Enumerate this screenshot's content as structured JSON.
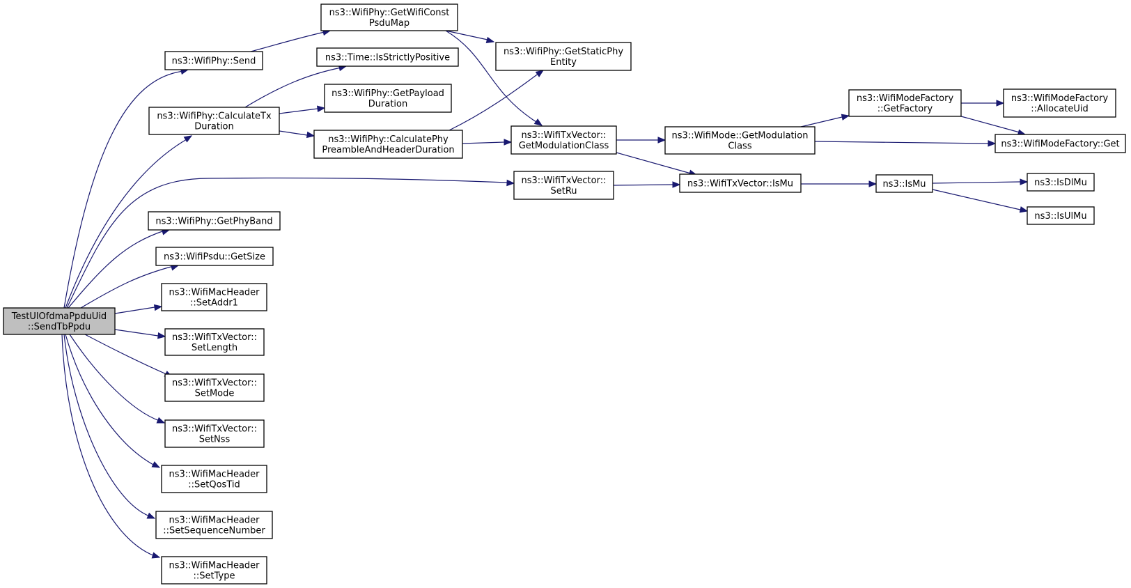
{
  "colors": {
    "edge": "#191970",
    "root_fill": "#bfbfbf",
    "node_fill": "#ffffff",
    "border": "#000000"
  },
  "nodes": {
    "root": [
      "TestUlOfdmaPpduUid",
      "::SendTbPpdu"
    ],
    "send": [
      "ns3::WifiPhy::Send"
    ],
    "getConstPsduMap": [
      "ns3::WifiPhy::GetWifiConst",
      "PsduMap"
    ],
    "isStrictlyPositive": [
      "ns3::Time::IsStrictlyPositive"
    ],
    "getStaticPhyEntity": [
      "ns3::WifiPhy::GetStaticPhy",
      "Entity"
    ],
    "calcTxDuration": [
      "ns3::WifiPhy::CalculateTx",
      "Duration"
    ],
    "getPayloadDuration": [
      "ns3::WifiPhy::GetPayload",
      "Duration"
    ],
    "calcPreamble": [
      "ns3::WifiPhy::CalculatePhy",
      "PreambleAndHeaderDuration"
    ],
    "txvGetModClass": [
      "ns3::WifiTxVector::",
      "GetModulationClass"
    ],
    "modeGetModClass": [
      "ns3::WifiMode::GetModulation",
      "Class"
    ],
    "factoryGetFactory": [
      "ns3::WifiModeFactory",
      "::GetFactory"
    ],
    "allocateUid": [
      "ns3::WifiModeFactory",
      "::AllocateUid"
    ],
    "factoryGet": [
      "ns3::WifiModeFactory::Get"
    ],
    "setRu": [
      "ns3::WifiTxVector::",
      "SetRu"
    ],
    "txvIsMu": [
      "ns3::WifiTxVector::IsMu"
    ],
    "isMu": [
      "ns3::IsMu"
    ],
    "isDlMu": [
      "ns3::IsDlMu"
    ],
    "isUlMu": [
      "ns3::IsUlMu"
    ],
    "getPhyBand": [
      "ns3::WifiPhy::GetPhyBand"
    ],
    "psduGetSize": [
      "ns3::WifiPsdu::GetSize"
    ],
    "setAddr1": [
      "ns3::WifiMacHeader",
      "::SetAddr1"
    ],
    "setLength": [
      "ns3::WifiTxVector::",
      "SetLength"
    ],
    "setMode": [
      "ns3::WifiTxVector::",
      "SetMode"
    ],
    "setNss": [
      "ns3::WifiTxVector::",
      "SetNss"
    ],
    "setQosTid": [
      "ns3::WifiMacHeader",
      "::SetQosTid"
    ],
    "setSeqNum": [
      "ns3::WifiMacHeader",
      "::SetSequenceNumber"
    ],
    "setType": [
      "ns3::WifiMacHeader",
      "::SetType"
    ]
  },
  "edges": [
    [
      "root",
      "send"
    ],
    [
      "root",
      "calcTxDuration"
    ],
    [
      "root",
      "setRu"
    ],
    [
      "root",
      "getPhyBand"
    ],
    [
      "root",
      "psduGetSize"
    ],
    [
      "root",
      "setAddr1"
    ],
    [
      "root",
      "setLength"
    ],
    [
      "root",
      "setMode"
    ],
    [
      "root",
      "setNss"
    ],
    [
      "root",
      "setQosTid"
    ],
    [
      "root",
      "setSeqNum"
    ],
    [
      "root",
      "setType"
    ],
    [
      "send",
      "getConstPsduMap"
    ],
    [
      "getConstPsduMap",
      "getStaticPhyEntity"
    ],
    [
      "getConstPsduMap",
      "txvGetModClass"
    ],
    [
      "calcTxDuration",
      "isStrictlyPositive"
    ],
    [
      "calcTxDuration",
      "getPayloadDuration"
    ],
    [
      "calcTxDuration",
      "calcPreamble"
    ],
    [
      "calcPreamble",
      "getStaticPhyEntity"
    ],
    [
      "calcPreamble",
      "txvGetModClass"
    ],
    [
      "txvGetModClass",
      "modeGetModClass"
    ],
    [
      "txvGetModClass",
      "txvIsMu"
    ],
    [
      "modeGetModClass",
      "factoryGetFactory"
    ],
    [
      "modeGetModClass",
      "factoryGet"
    ],
    [
      "factoryGetFactory",
      "allocateUid"
    ],
    [
      "factoryGetFactory",
      "factoryGet"
    ],
    [
      "setRu",
      "txvIsMu"
    ],
    [
      "txvIsMu",
      "isMu"
    ],
    [
      "isMu",
      "isDlMu"
    ],
    [
      "isMu",
      "isUlMu"
    ]
  ]
}
